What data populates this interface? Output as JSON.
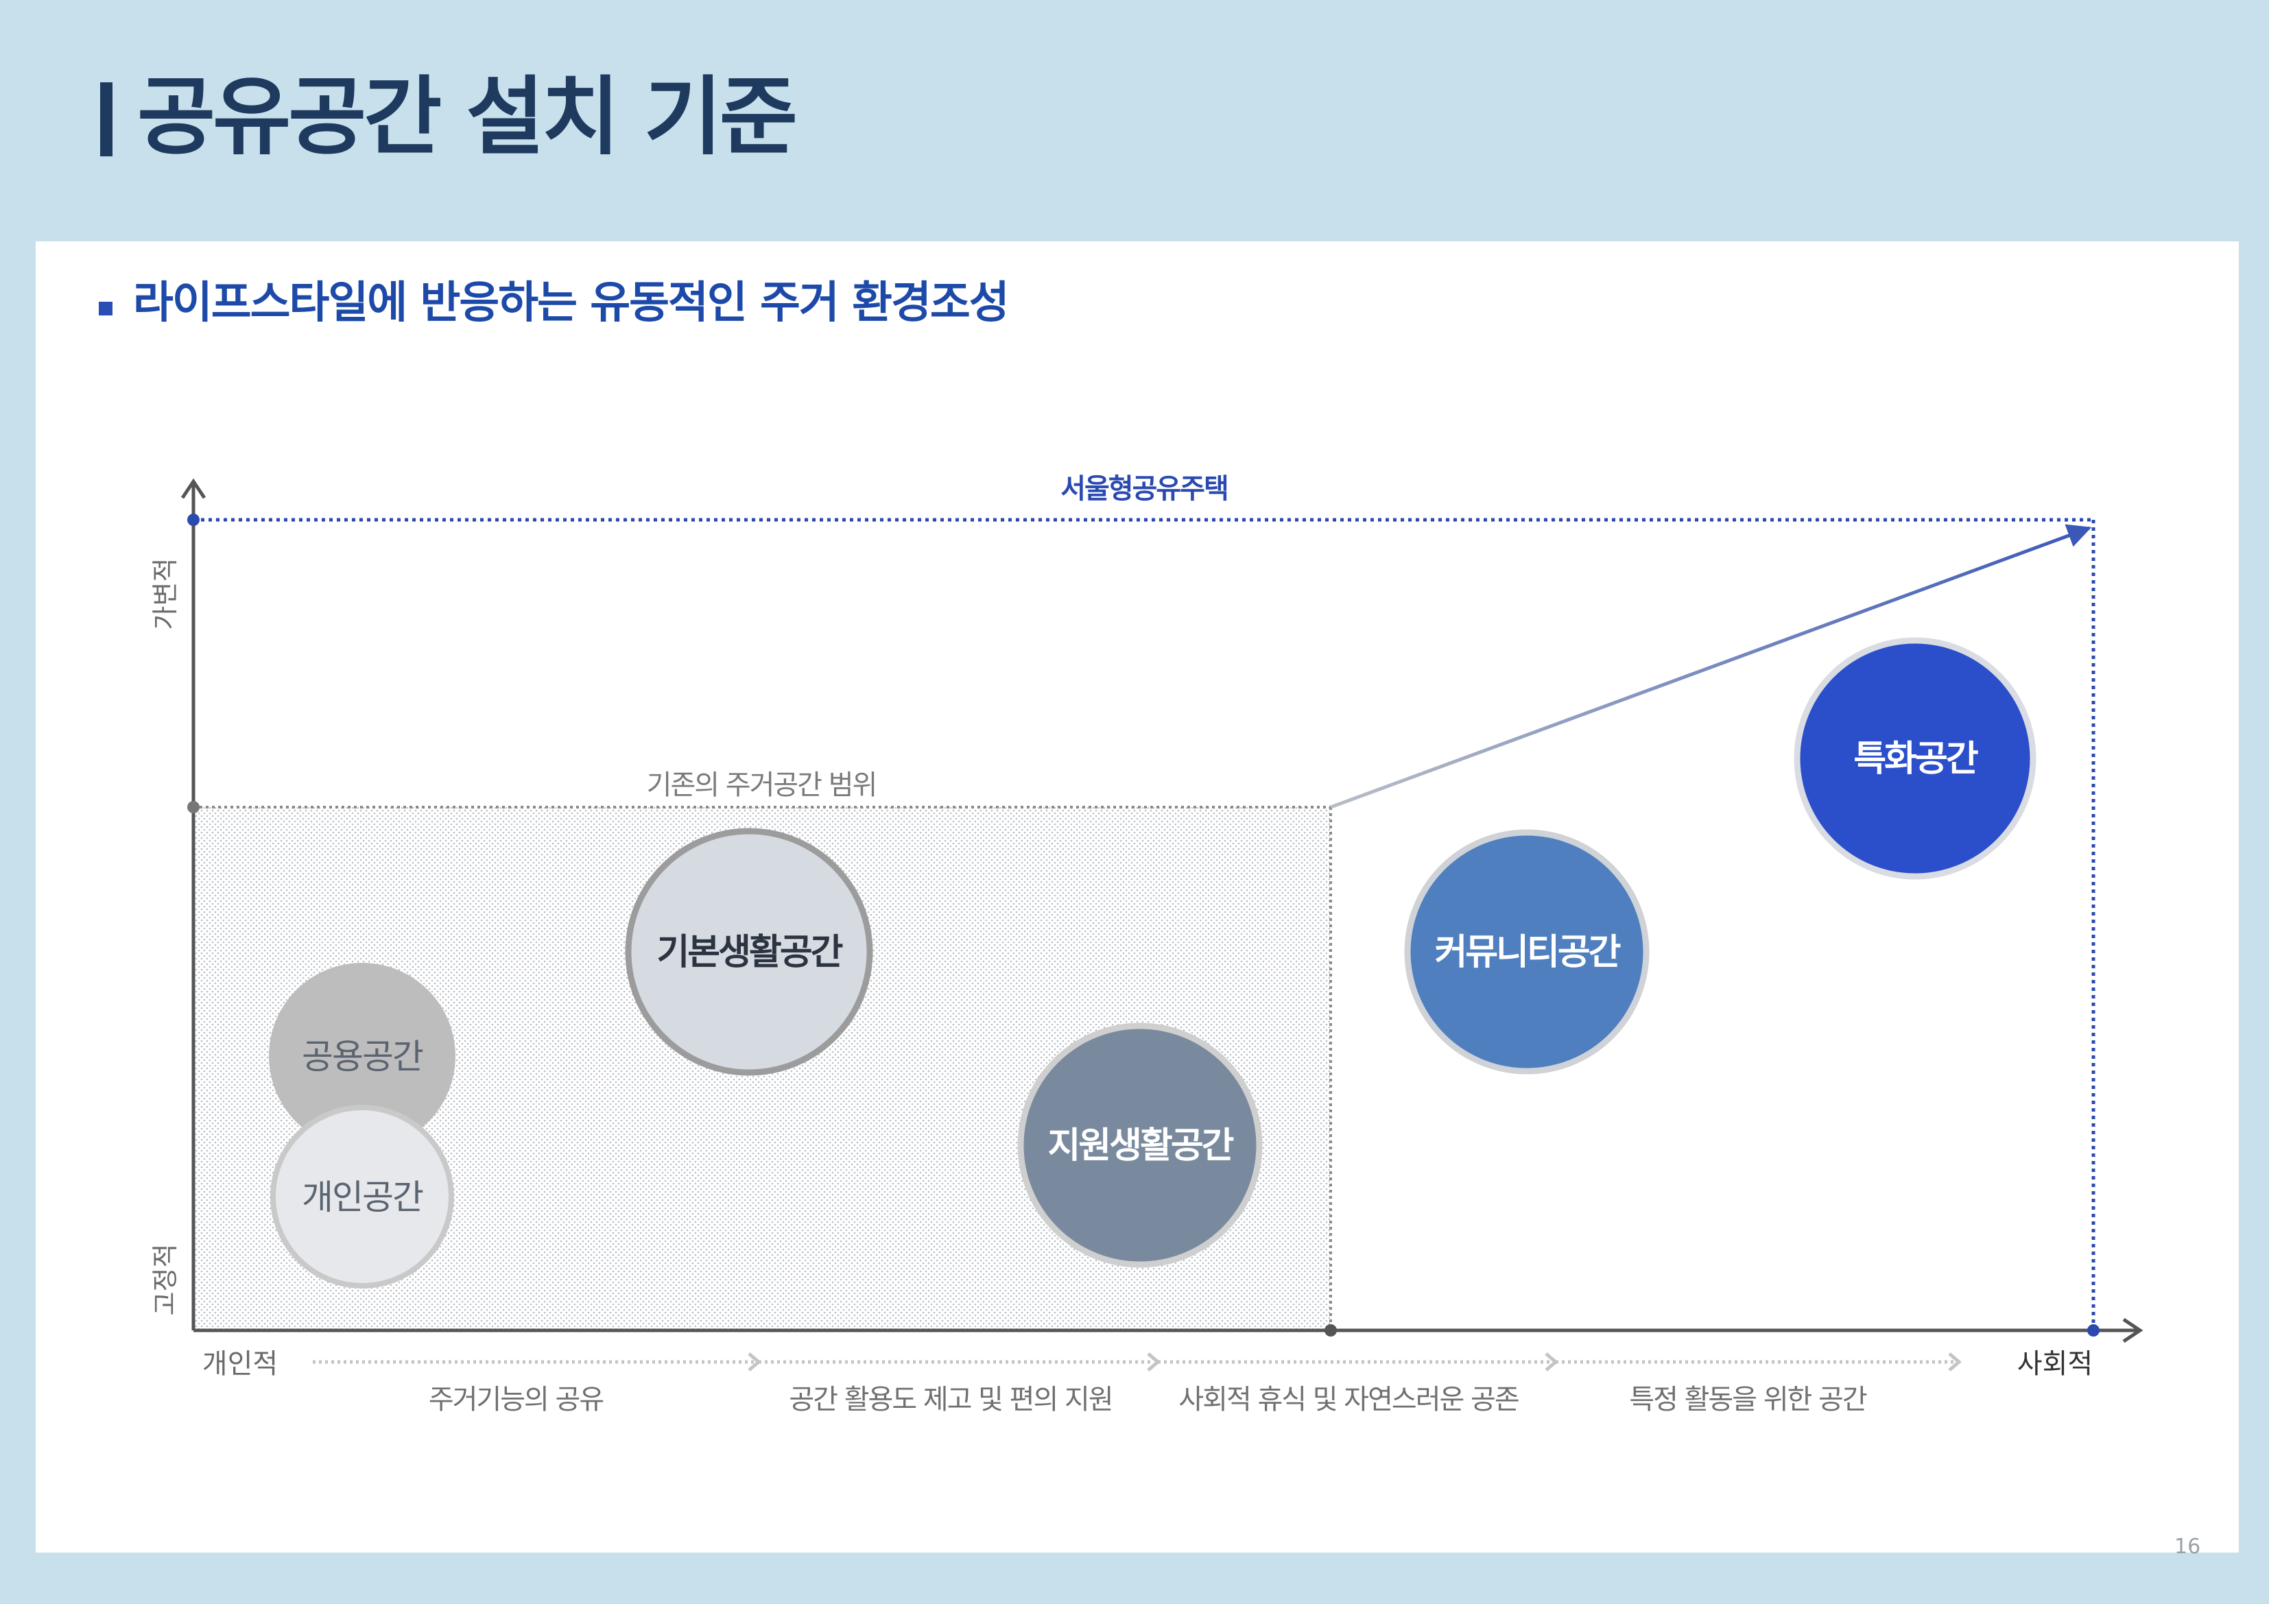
{
  "header": {
    "title": "공유공간 설치 기준"
  },
  "section": {
    "subtitle": "라이프스타일에 반응하는 유동적인 주거 환경조성"
  },
  "diagram": {
    "top_label": "서울형공유주택",
    "existing_range_label": "기존의 주거공간 범위",
    "y_axis": {
      "top_label": "가변적",
      "bottom_label": "고정적"
    },
    "x_axis": {
      "left_label": "개인적",
      "right_label": "사회적"
    },
    "stages": [
      "주거기능의 공유",
      "공간 활용도 제고 및 편의 지원",
      "사회적 휴식 및 자연스러운 공존",
      "특정 활동을 위한 공간"
    ],
    "circles": {
      "shared_space": "공용공간",
      "private_space": "개인공간",
      "basic_living_space": "기본생활공간",
      "support_living_space": "지원생활공간",
      "community_space": "커뮤니티공간",
      "specialized_space": "특화공간"
    },
    "colors": {
      "axis": "#555555",
      "dotted_blue": "#2a4ab0",
      "dotted_grey": "#8a8a8a",
      "shared_fill": "#bdbdbd",
      "private_fill": "#e6e8ec",
      "basic_fill": "#d5dbe1",
      "support_fill": "#798a9e",
      "community_fill": "#4f7fbf",
      "specialized_fill": "#2b4ecb"
    }
  },
  "page_number": "16"
}
